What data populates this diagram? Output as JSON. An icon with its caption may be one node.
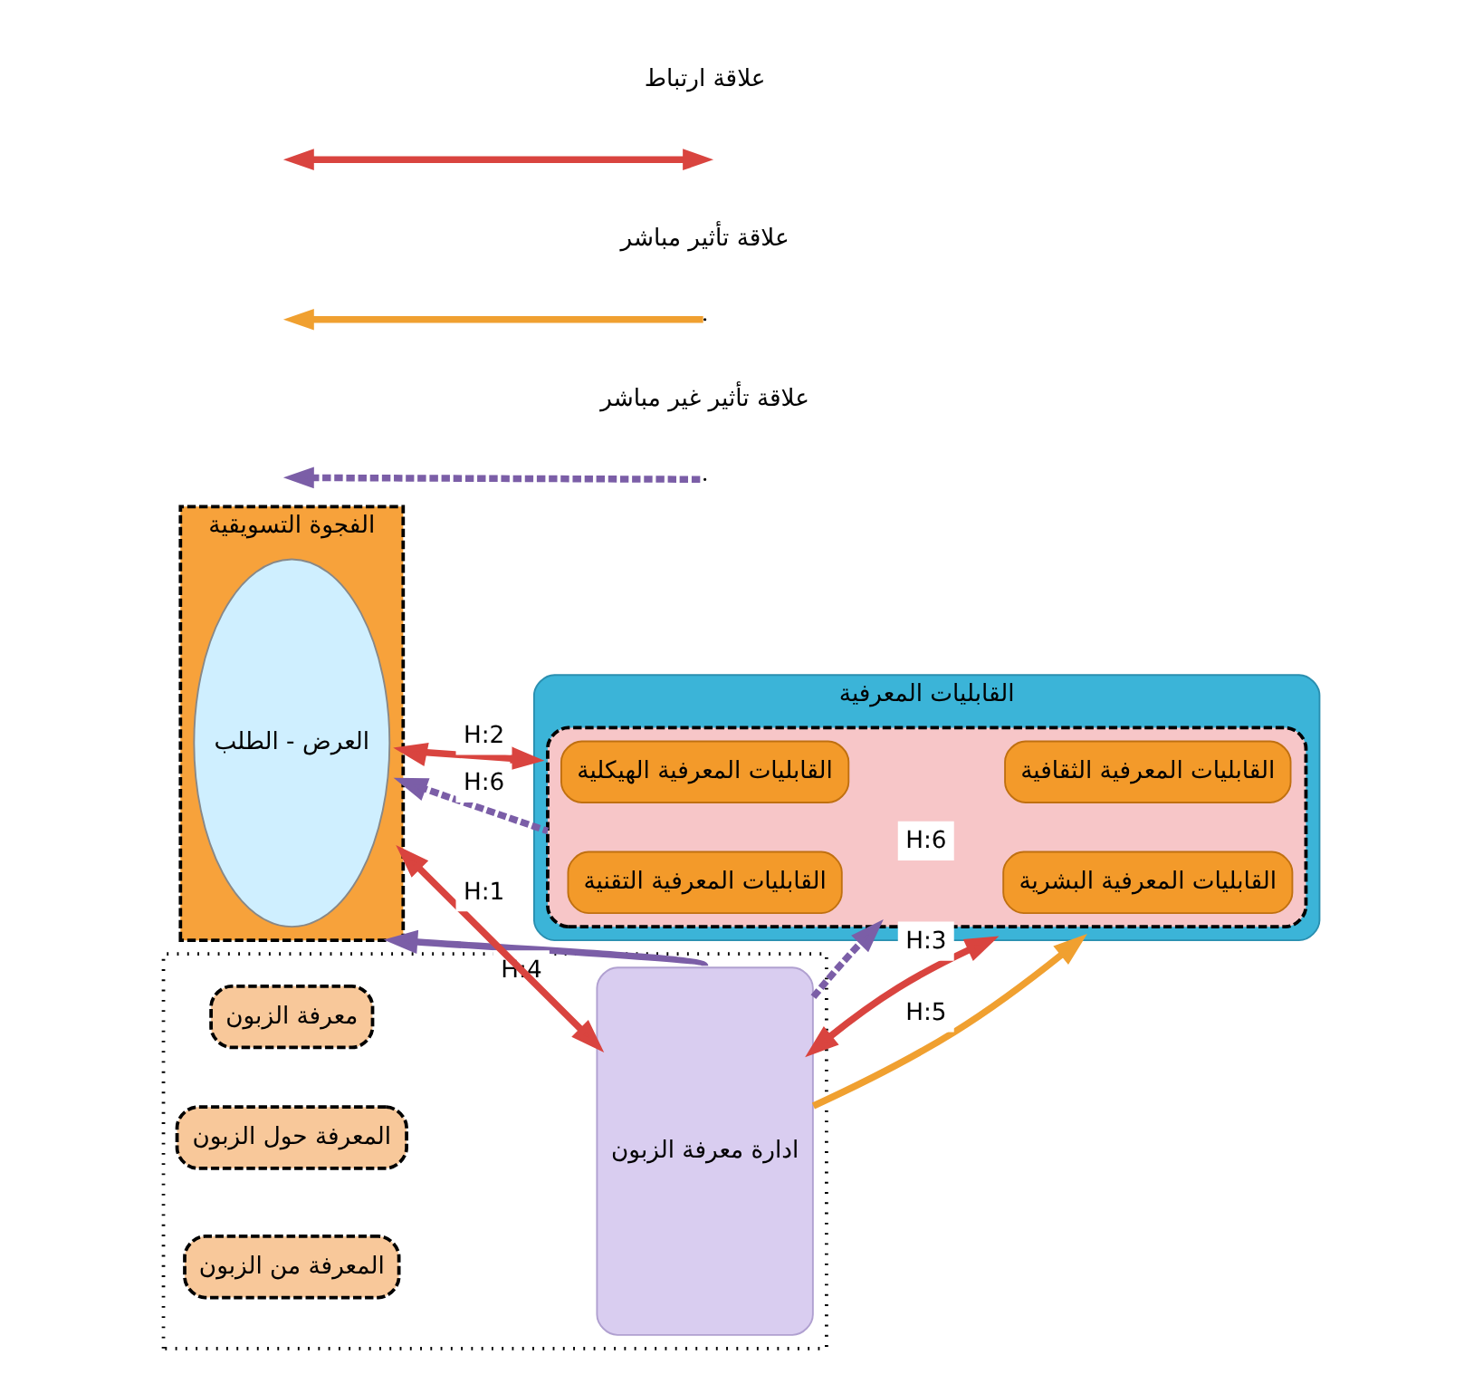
{
  "diagram": {
    "nodes": [
      {
        "text": [
          "الفجوة التسويقية"
        ]
      },
      {
        "text": [
          "العرض - الطلب"
        ],
        "in": 0
      },
      {
        "text": [],
        "shape": "box"
      },
      {
        "text": [
          "ادارة معرفة الزبون"
        ],
        "in": 2
      },
      {
        "text": [
          "معرفة الزبون"
        ],
        "in": 2
      },
      {
        "text": [
          "المعرفة حول الزبون"
        ],
        "in": 2
      },
      {
        "text": [
          "المعرفة من الزبون"
        ],
        "in": 2
      },
      {
        "text": [
          "القابليات المعرفية"
        ]
      },
      {
        "text": [],
        "shape": "box",
        "in": 7
      },
      {
        "text": [
          "القابليات المعرفية البشرية"
        ],
        "in": 8
      },
      {
        "text": [
          "القابليات المعرفية الهيكلية"
        ],
        "in": 8
      },
      {
        "text": [
          "القابليات المعرفية الثقافية"
        ],
        "in": 8
      },
      {
        "text": [
          "القابليات المعرفية التقنية"
        ],
        "in": 8
      }
    ],
    "edges": [
      {
        "from": 3,
        "to": 0,
        "arrow": "to",
        "label": "H:4",
        "color": "#7b5ea7"
      },
      {
        "from": 0,
        "to": 3,
        "arrow": "both",
        "label": "H:1",
        "color": "#d9443f"
      },
      {
        "from": 3,
        "to": 7,
        "arrow": "to",
        "label": "H:5",
        "color": "#f0a030"
      },
      {
        "from": 0,
        "to": 7,
        "arrow": "both",
        "label": "H:2",
        "color": "#d9443f"
      },
      {
        "from": 7,
        "to": 3,
        "arrow": "both",
        "label": "H:3",
        "color": "#d9443f"
      },
      {
        "from": 3,
        "to": 8,
        "arrow": "to",
        "label": "H:6",
        "style": "dashed",
        "color": "#7b5ea7"
      },
      {
        "from": 8,
        "to": 0,
        "arrow": "to",
        "label": "H:6",
        "style": "dashed",
        "color": "#7b5ea7"
      }
    ],
    "legend": [
      {
        "text": "علاقة ارتباط"
      },
      {
        "text": "علاقة تأثير مباشر"
      },
      {
        "text": "علاقة تأثير غير مباشر"
      }
    ]
  }
}
